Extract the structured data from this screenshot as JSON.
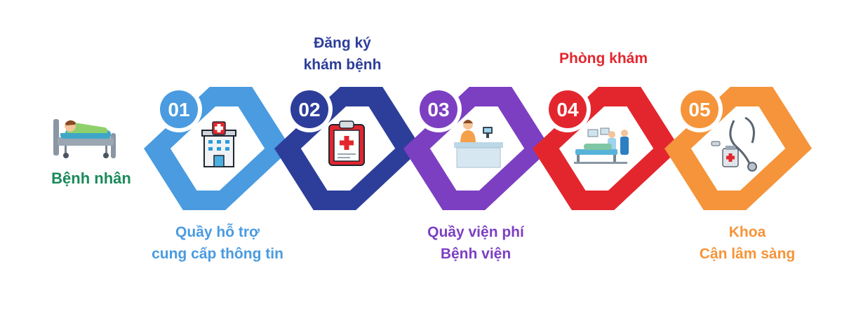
{
  "patient": {
    "label": "Bệnh nhân",
    "color": "#1a8a5a",
    "icon": "hospital-bed-icon"
  },
  "steps": [
    {
      "number": "01",
      "color": "#4a9be0",
      "icon": "hospital-building-icon",
      "label_lines": [
        "Quầy hỗ trợ",
        "cung cấp thông tin"
      ]
    },
    {
      "number": "02",
      "color": "#2d3e9a",
      "icon": "medical-clipboard-icon",
      "label_lines": [
        "Đăng ký",
        "khám bệnh"
      ]
    },
    {
      "number": "03",
      "color": "#7c3fc2",
      "icon": "cashier-desk-icon",
      "label_lines": [
        "Quầy viện phí",
        "Bệnh viện"
      ]
    },
    {
      "number": "04",
      "color": "#e3262e",
      "icon": "examination-room-icon",
      "label_lines": [
        "Phòng khám"
      ]
    },
    {
      "number": "05",
      "color": "#f5943a",
      "icon": "stethoscope-icon",
      "label_lines": [
        "Khoa",
        "Cận lâm sàng"
      ]
    }
  ]
}
